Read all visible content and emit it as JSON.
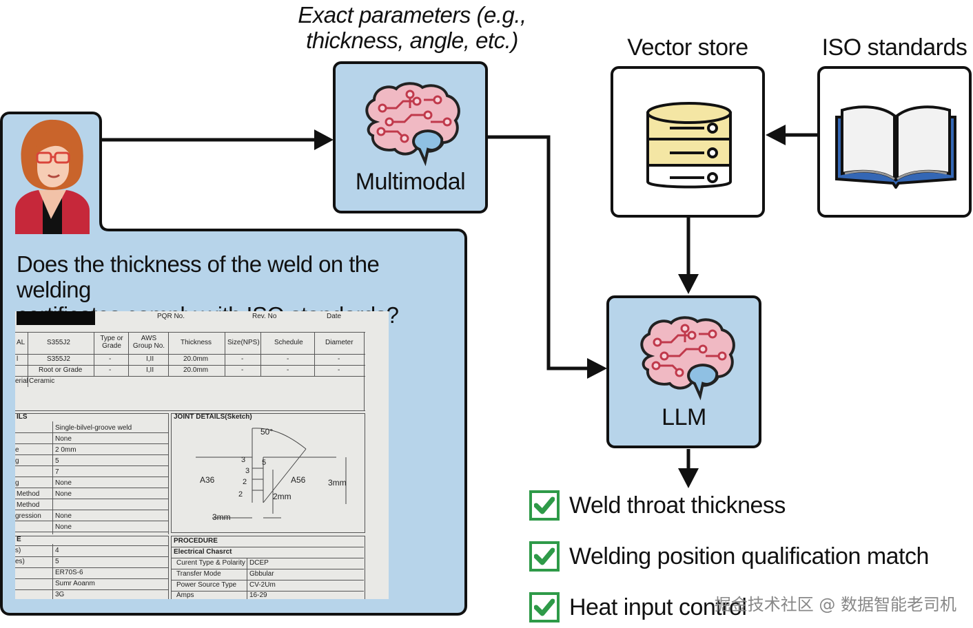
{
  "captions": {
    "exact_parameters": [
      "Exact parameters (e.g.,",
      "thickness, angle, etc.)"
    ],
    "vector_store": "Vector store",
    "iso_standards": "ISO standards"
  },
  "nodes": {
    "multimodal": "Multimodal",
    "llm": "LLM"
  },
  "question": [
    "Does the thickness of the weld on the welding",
    "certificates comply with ISO standards?"
  ],
  "checklist": [
    {
      "label": "Weld throat thickness",
      "checked": true
    },
    {
      "label": "Welding position qualification match",
      "checked": true
    },
    {
      "label": "Heat input control",
      "checked": true
    }
  ],
  "watermark": "掘金技术社区 @ 数据智能老司机",
  "certificate": {
    "header": {
      "pqr_no": "PQR No.",
      "rev_no": "Rev. No",
      "date": "Date"
    },
    "columns": [
      "AL",
      "S355J2",
      "Type or Grade",
      "AWS Group No.",
      "Thickness",
      "Size(NPS)",
      "Schedule",
      "Diameter"
    ],
    "rows": [
      [
        "l",
        "S355J2",
        "-",
        "I,II",
        "20.0mm",
        "-",
        "-",
        "-"
      ],
      [
        "",
        "Root or Grade",
        "-",
        "I,II",
        "20.0mm",
        "-",
        "-",
        "-"
      ]
    ],
    "material_row": [
      "erial",
      "Ceramic"
    ],
    "details_title": "ILS",
    "details_values": [
      "Single-bilvel-groove weld",
      "None",
      "2 0mm",
      "5",
      "7",
      "None",
      "None",
      "",
      "None",
      "None"
    ],
    "details_labels": [
      "",
      "",
      "e",
      "g",
      "",
      "g",
      "Method",
      "Method",
      "gression",
      ""
    ],
    "joint_title": "JOINT DETAILS(Sketch)",
    "sketch": {
      "angle": "50°",
      "left": "A36",
      "right": "A56",
      "gap_bottom": "3mm",
      "root": "2mm",
      "height": "3mm",
      "passes": [
        "3",
        "5",
        "3",
        "2",
        "2"
      ]
    },
    "lower_left_title": "E",
    "lower_left_labels": [
      "s)",
      "es)",
      "",
      "",
      ""
    ],
    "lower_left_values": [
      "4",
      "5",
      "ER70S-6",
      "Sumr Aoanm",
      "3G"
    ],
    "procedure_title": "PROCEDURE",
    "procedure_sub": "Electrical Chasrct",
    "procedure_rows": [
      [
        "Curent Type & Polarity",
        "DCEP"
      ],
      [
        "Transfer Mode",
        "Gbbular"
      ],
      [
        "Power Source Type",
        "CV-2Um"
      ],
      [
        "Amps",
        "16-29"
      ]
    ]
  }
}
